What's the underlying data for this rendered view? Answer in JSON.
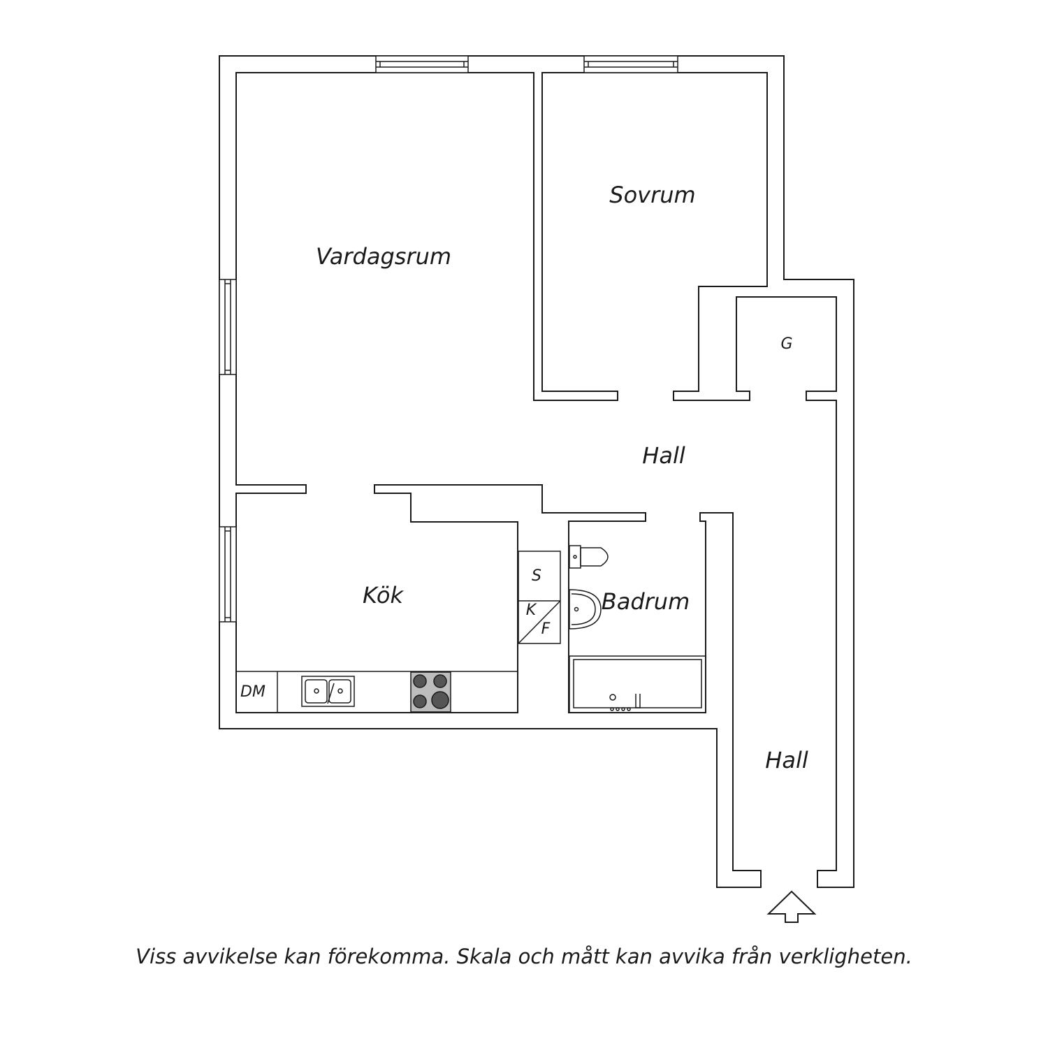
{
  "rooms": {
    "vardagsrum": "Vardagsrum",
    "sovrum": "Sovrum",
    "hall_upper": "Hall",
    "hall_lower": "Hall",
    "kok": "Kök",
    "badrum": "Badrum",
    "garderob": "G"
  },
  "fixtures": {
    "diskmaskin": "DM",
    "skap": "S",
    "kyl": "K",
    "frys": "F"
  },
  "disclaimer": "Viss avvikelse kan förekomma. Skala och mått kan avvika från verkligheten.",
  "colors": {
    "line": "#1a1a1a",
    "background": "#ffffff",
    "stove_plate": "#555555"
  },
  "icons": [
    "entrance-arrow-icon",
    "toilet-icon",
    "washbasin-icon",
    "bathtub-icon",
    "sink-icon",
    "stove-icon"
  ]
}
